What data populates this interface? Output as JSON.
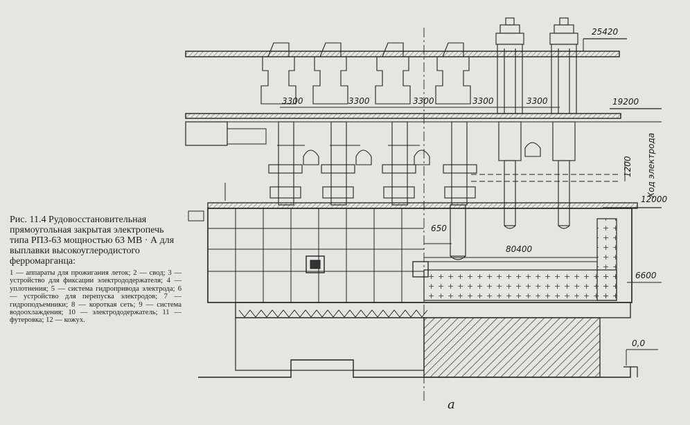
{
  "caption": {
    "title": "Рис. 11.4 Рудовосстановительная прямоугольная закрытая электропечь типа РПЗ-63 мощностью 63 МВ · А для выплавки высокоуглеродистого ферромарганца:",
    "legend": "1 — аппараты для прожигания леток; 2 — свод; 3 — устройство для фиксации электрододержателя; 4 — уплотнения; 5 — система гидропривода электрода; 6 — устройство для перепуска электродов; 7 — гидроподъемники; 8 — короткая сеть; 9 — система водоохлаждения; 10 — электрододержатель; 11 — футеровка; 12 — кожух."
  },
  "drawing": {
    "pitch_labels": [
      "3300",
      "3300",
      "3300",
      "3300",
      "3300"
    ],
    "level_labels": [
      "25420",
      "19200",
      "12000",
      "6600",
      "0,0"
    ],
    "stroke_label": "1200",
    "stroke_caption": "Ход электрода",
    "width_labels": [
      "650",
      "80400"
    ],
    "sublabel": "а"
  }
}
